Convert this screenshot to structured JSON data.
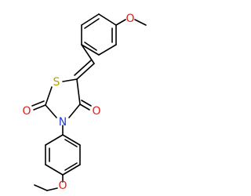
{
  "molecule": {
    "atoms": {
      "S": {
        "symbol": "S",
        "color": "#b8a200"
      },
      "N": {
        "symbol": "N",
        "color": "#1f3fd6"
      },
      "O_carbonyl_left": {
        "symbol": "O",
        "color": "#e0201a"
      },
      "O_carbonyl_right": {
        "symbol": "O",
        "color": "#e0201a"
      },
      "O_methoxy": {
        "symbol": "O",
        "color": "#e0201a"
      },
      "O_ethoxy": {
        "symbol": "O",
        "color": "#e0201a"
      }
    },
    "bond_color": "#000000",
    "background": "#ffffff"
  }
}
